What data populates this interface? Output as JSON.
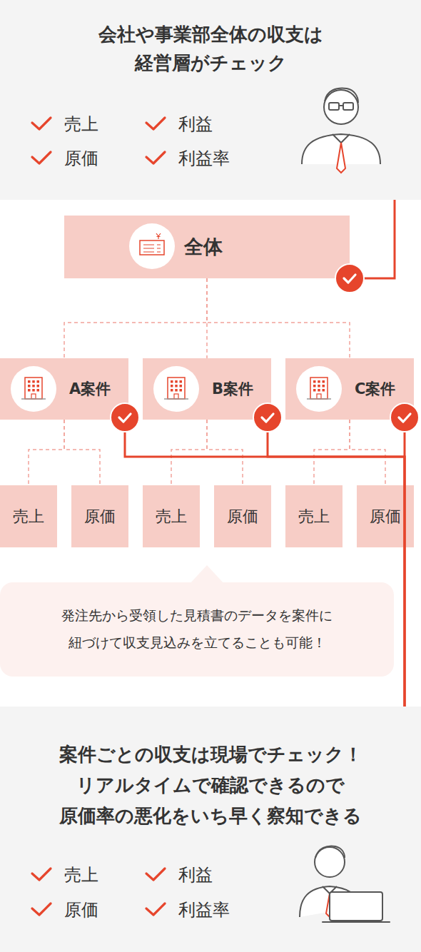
{
  "diagram": {
    "nodes": [
      {
        "text": [
          "会社や事業部全体の収支は 経営層がチェック",
          "売上",
          "利益",
          "原価",
          "利益率"
        ]
      },
      {
        "text": [
          "全体"
        ]
      },
      {
        "text": [
          "A案件"
        ]
      },
      {
        "text": [
          "B案件"
        ]
      },
      {
        "text": [
          "C案件"
        ]
      },
      {
        "text": [
          "売上"
        ]
      },
      {
        "text": [
          "原価"
        ]
      },
      {
        "text": [
          "売上"
        ]
      },
      {
        "text": [
          "原価"
        ]
      },
      {
        "text": [
          "売上"
        ]
      },
      {
        "text": [
          "原価"
        ]
      },
      {
        "text": [
          "発注先から受領した見積書のデータを案件に 紐づけて収支見込みを立てることも可能！"
        ]
      },
      {
        "text": [
          "案件ごとの収支は現場でチェック！ リアルタイムで確認できるので 原価率の悪化をいち早く察知できる",
          "売上",
          "利益",
          "原価",
          "利益率"
        ]
      }
    ],
    "edges": [
      {
        "from": 1,
        "to": 2,
        "arrow": "none"
      },
      {
        "from": 1,
        "to": 3,
        "arrow": "none"
      },
      {
        "from": 1,
        "to": 4,
        "arrow": "none"
      },
      {
        "from": 2,
        "to": 5,
        "arrow": "none"
      },
      {
        "from": 2,
        "to": 6,
        "arrow": "none"
      },
      {
        "from": 3,
        "to": 7,
        "arrow": "none"
      },
      {
        "from": 3,
        "to": 8,
        "arrow": "none"
      },
      {
        "from": 4,
        "to": 9,
        "arrow": "none"
      },
      {
        "from": 4,
        "to": 10,
        "arrow": "none"
      },
      {
        "from": 1,
        "to": 0,
        "arrow": "none"
      },
      {
        "from": 2,
        "to": 12,
        "arrow": "none"
      },
      {
        "from": 3,
        "to": 12,
        "arrow": "none"
      },
      {
        "from": 4,
        "to": 12,
        "arrow": "none"
      }
    ]
  }
}
